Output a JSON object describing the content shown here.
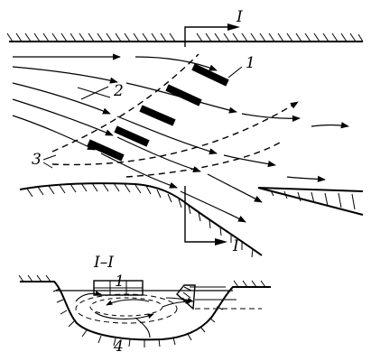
{
  "figure": {
    "labels": {
      "section_marker": "I",
      "section_title": "I–I",
      "panel_label": "1",
      "flow_line_label": "2",
      "boundary_label": "3",
      "vortex_label": "4"
    },
    "colors": {
      "ink": "#000000",
      "background": "#ffffff"
    }
  }
}
